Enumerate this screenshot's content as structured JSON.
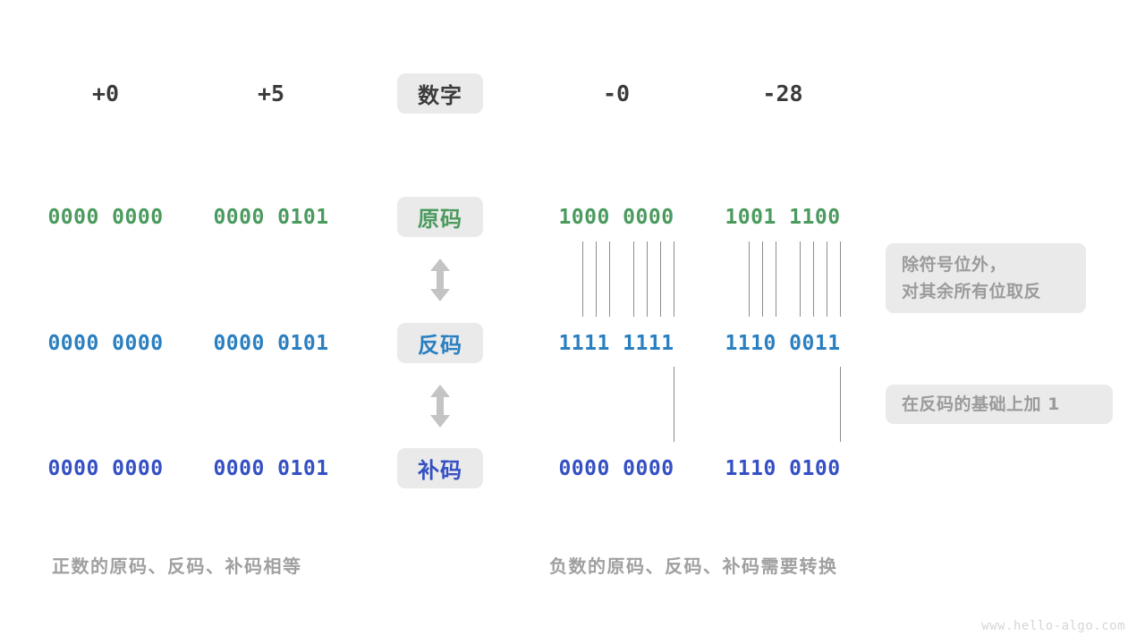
{
  "page": {
    "background": "#ffffff",
    "watermark": "www.hello-algo.com"
  },
  "colors": {
    "header_text": "#3b3b3b",
    "sign_magnitude": "#4b9a5e",
    "ones_complement": "#2a7fc0",
    "twos_complement": "#3550c4",
    "chip_background": "#eaeaea",
    "note_text": "#9b9b9b",
    "caption_text": "#a0a0a0",
    "connector_line": "#8d8d8d",
    "arrow": "#c4c4c4"
  },
  "row_labels": {
    "number": "数字",
    "sign_magnitude": "原码",
    "ones_complement": "反码",
    "twos_complement": "补码"
  },
  "columns": [
    {
      "name": "plus-zero",
      "header": "+0"
    },
    {
      "name": "plus-five",
      "header": "+5"
    },
    {
      "name": "minus-zero",
      "header": "-0"
    },
    {
      "name": "minus-28",
      "header": "-28"
    }
  ],
  "rows": [
    {
      "name": "sign-magnitude",
      "label": "原码",
      "color_key": "sign_magnitude",
      "values": [
        "0000 0000",
        "0000 0101",
        "1000 0000",
        "1001 1100"
      ]
    },
    {
      "name": "ones-complement",
      "label": "反码",
      "color_key": "ones_complement",
      "values": [
        "0000 0000",
        "0000 0101",
        "1111 1111",
        "1110 0011"
      ]
    },
    {
      "name": "twos-complement",
      "label": "补码",
      "color_key": "twos_complement",
      "values": [
        "0000 0000",
        "0000 0101",
        "0000 0000",
        "1110 0100"
      ]
    }
  ],
  "arrows": [
    {
      "name": "arrow-sign-to-ones",
      "direction": "double-vertical"
    },
    {
      "name": "arrow-ones-to-twos",
      "direction": "double-vertical"
    }
  ],
  "notes": [
    {
      "name": "note-invert-bits",
      "line1": "除符号位外，",
      "line2": "对其余所有位取反"
    },
    {
      "name": "note-add-one",
      "line1": "在反码的基础上加 1",
      "line2": ""
    }
  ],
  "captions": {
    "positive": "正数的原码、反码、补码相等",
    "negative": "负数的原码、反码、补码需要转换"
  },
  "connectors": {
    "invert_group_count": 7,
    "carry_group_count": 1
  }
}
